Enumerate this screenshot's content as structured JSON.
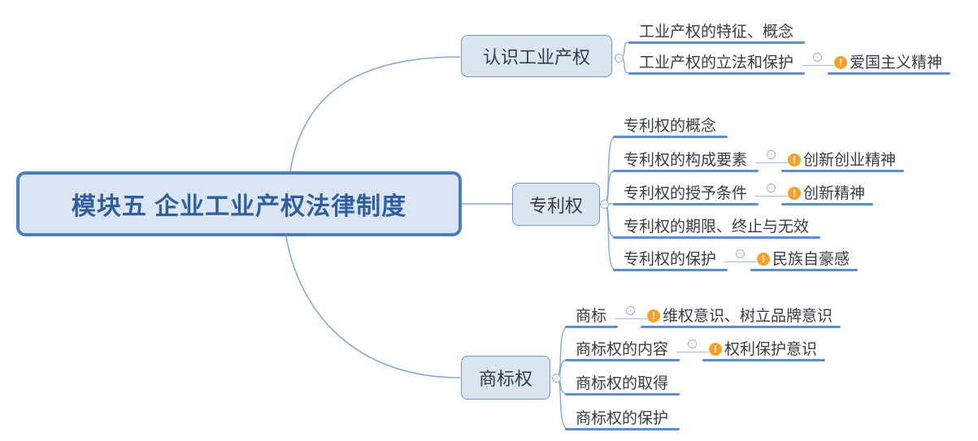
{
  "root": {
    "label": "模块五 企业工业产权法律制度"
  },
  "branches": [
    {
      "label": "认识工业产权",
      "children": [
        {
          "label": "工业产权的特征、概念"
        },
        {
          "label": "工业产权的立法和保护",
          "note": "爱国主义精神"
        }
      ]
    },
    {
      "label": "专利权",
      "children": [
        {
          "label": "专利权的概念"
        },
        {
          "label": "专利权的构成要素",
          "note": "创新创业精神"
        },
        {
          "label": "专利权的授予条件",
          "note": "创新精神"
        },
        {
          "label": "专利权的期限、终止与无效"
        },
        {
          "label": "专利权的保护",
          "note": "民族自豪感"
        }
      ]
    },
    {
      "label": "商标权",
      "children": [
        {
          "label": "商标",
          "note": "维权意识、树立品牌意识"
        },
        {
          "label": "商标权的内容",
          "note": "权利保护意识"
        },
        {
          "label": "商标权的取得"
        },
        {
          "label": "商标权的保护"
        }
      ]
    }
  ],
  "icons": {
    "collapse": "minus-circle-icon",
    "note_marker": "exclamation-icon",
    "collapse_glyph": "−",
    "marker_glyph": "!"
  },
  "colors": {
    "root_border": "#4a7ebd",
    "node_fill": "#dbe5f2",
    "root_text": "#2f5f9e",
    "topic_text": "#363c49",
    "underline": "#5d8ed4",
    "connector": "#88a9d8",
    "collapse_circle": "#92b2de",
    "marker_orange": "#f5a12b"
  }
}
